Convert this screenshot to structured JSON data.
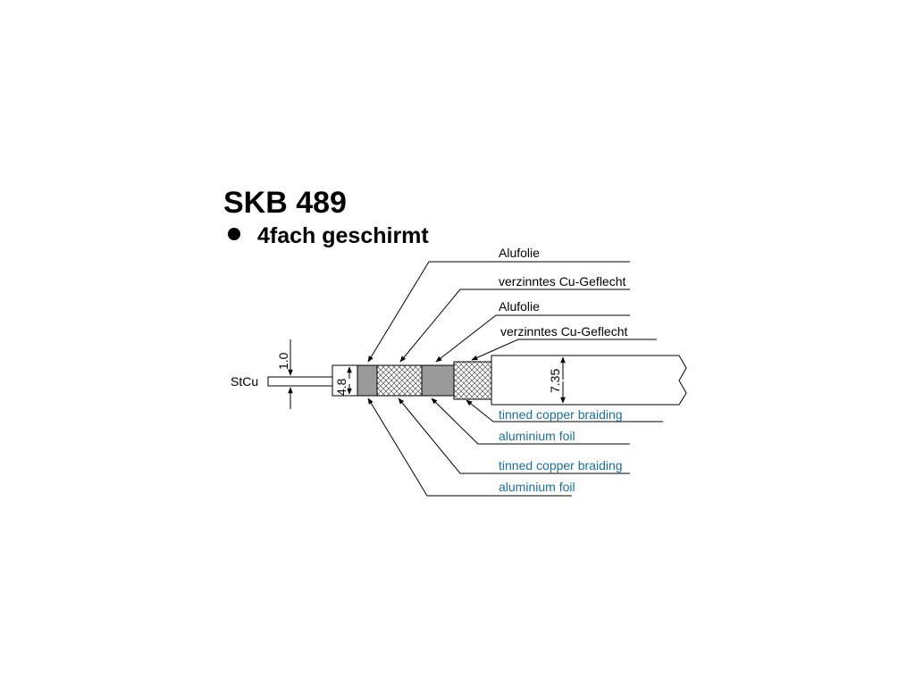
{
  "title": "SKB 489",
  "subtitle": "4fach geschirmt",
  "colors": {
    "english_label": "#1a6fa0",
    "foil": "#9a9a9a",
    "line": "#000000"
  },
  "conductor": "StCu",
  "dimensions": {
    "conductor": "1.0",
    "insulation": "4.8",
    "outer": "7.35"
  },
  "labels_de": [
    "Alufolie",
    "verzinntes Cu-Geflecht",
    "Alufolie",
    "verzinntes Cu-Geflecht"
  ],
  "labels_en": [
    "tinned copper braiding",
    "aluminium foil",
    "tinned copper braiding",
    "aluminium foil"
  ]
}
